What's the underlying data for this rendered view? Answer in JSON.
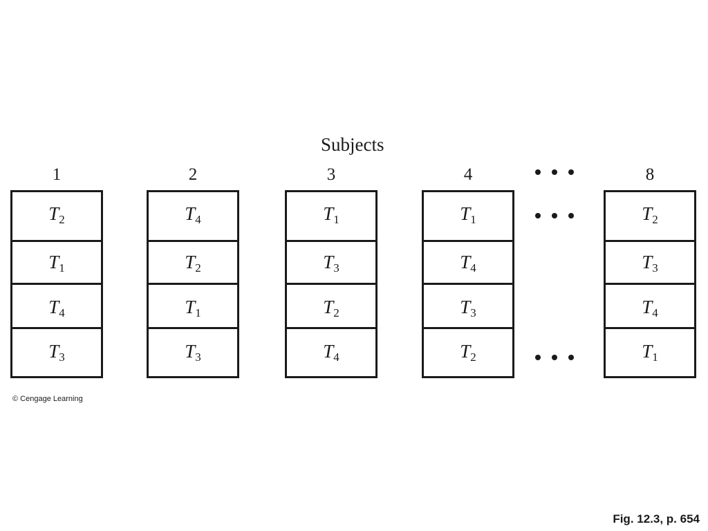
{
  "heading": "Subjects",
  "subjects": [
    {
      "number": "1",
      "order": [
        {
          "t": "T",
          "sub": "2"
        },
        {
          "t": "T",
          "sub": "1"
        },
        {
          "t": "T",
          "sub": "4"
        },
        {
          "t": "T",
          "sub": "3"
        }
      ]
    },
    {
      "number": "2",
      "order": [
        {
          "t": "T",
          "sub": "4"
        },
        {
          "t": "T",
          "sub": "2"
        },
        {
          "t": "T",
          "sub": "1"
        },
        {
          "t": "T",
          "sub": "3"
        }
      ]
    },
    {
      "number": "3",
      "order": [
        {
          "t": "T",
          "sub": "1"
        },
        {
          "t": "T",
          "sub": "3"
        },
        {
          "t": "T",
          "sub": "2"
        },
        {
          "t": "T",
          "sub": "4"
        }
      ]
    },
    {
      "number": "4",
      "order": [
        {
          "t": "T",
          "sub": "1"
        },
        {
          "t": "T",
          "sub": "4"
        },
        {
          "t": "T",
          "sub": "3"
        },
        {
          "t": "T",
          "sub": "2"
        }
      ]
    },
    {
      "number": "8",
      "order": [
        {
          "t": "T",
          "sub": "2"
        },
        {
          "t": "T",
          "sub": "3"
        },
        {
          "t": "T",
          "sub": "4"
        },
        {
          "t": "T",
          "sub": "1"
        }
      ]
    }
  ],
  "copyright": "© Cengage Learning",
  "figure_ref": "Fig. 12.3, p. 654"
}
